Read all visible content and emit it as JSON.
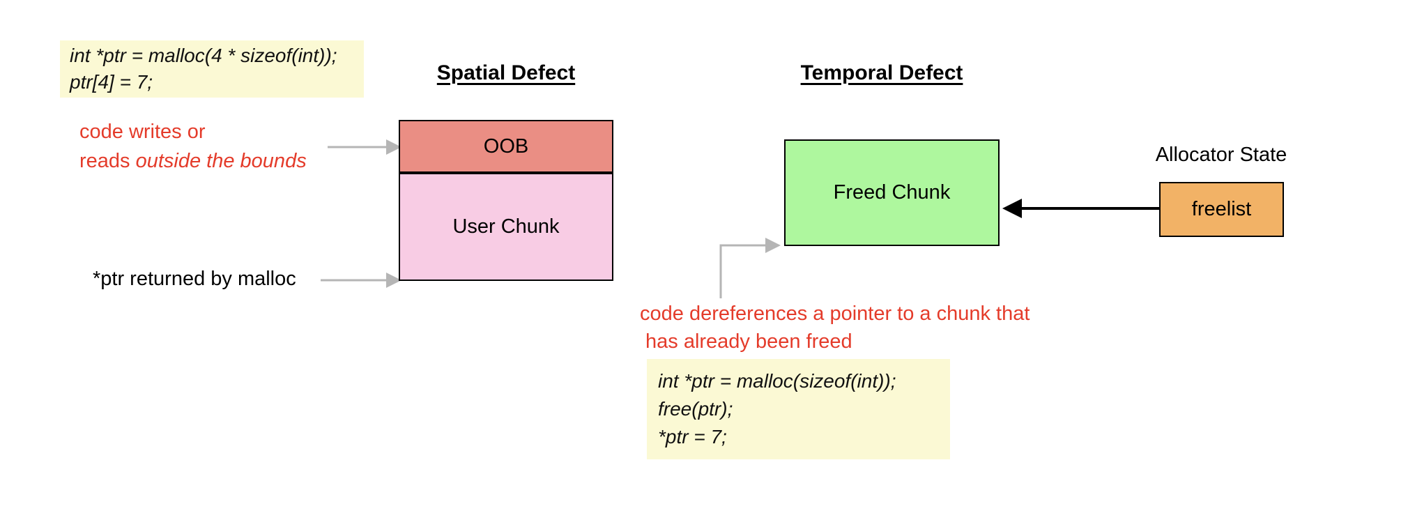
{
  "colors": {
    "code_bg": "#fbf9d4",
    "oob_fill": "#ea8e84",
    "user_chunk_fill": "#f8cce4",
    "freed_chunk_fill": "#aef79e",
    "freelist_fill": "#f2b266",
    "box_border": "#000000",
    "annotation_red": "#e43b2a",
    "arrow_gray": "#b5b5b5",
    "arrow_black": "#000000"
  },
  "spatial": {
    "heading": "Spatial Defect",
    "code_lines": [
      "int *ptr = malloc(4 * sizeof(int));",
      "ptr[4] = 7;"
    ],
    "annotation_line1": "code writes or",
    "annotation_line2_prefix": "reads ",
    "annotation_line2_italic": "outside the bounds",
    "oob_label": "OOB",
    "user_chunk_label": "User Chunk",
    "ptr_label": "*ptr returned by malloc"
  },
  "temporal": {
    "heading": "Temporal Defect",
    "freed_chunk_label": "Freed Chunk",
    "allocator_state_label": "Allocator State",
    "freelist_label": "freelist",
    "annotation_line1": "code dereferences a pointer to a chunk that",
    "annotation_line2": "has already been freed",
    "code_lines": [
      "int *ptr = malloc(sizeof(int));",
      "free(ptr);",
      "*ptr = 7;"
    ]
  }
}
